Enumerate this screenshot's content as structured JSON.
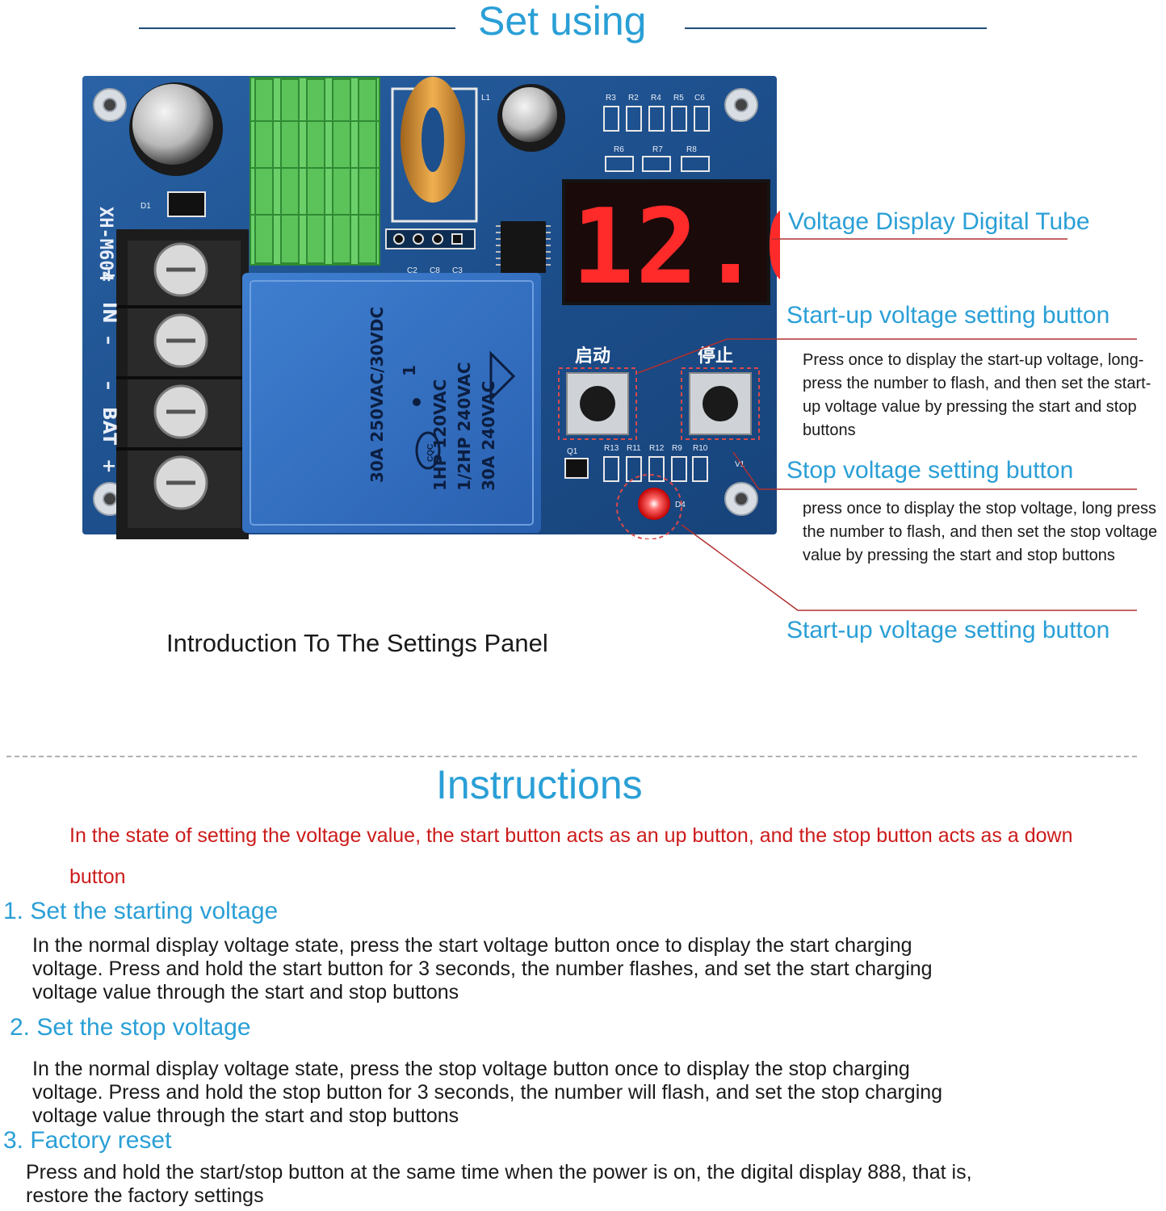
{
  "header": {
    "title": "Set using"
  },
  "board": {
    "model": "XH-M604",
    "display_value": "12.0",
    "start_button_label": "启动",
    "stop_button_label": "停止",
    "terminal_plus_in": "+",
    "terminal_in": "IN",
    "terminal_minus_in": "–",
    "terminal_minus_bat": "–",
    "terminal_bat": "BAT",
    "terminal_plus_bat": "+",
    "relay_text_1": "30A 250VAC/30VDC",
    "relay_text_2": "1HP 120VAC",
    "relay_text_3": "1/2HP 240VAC",
    "relay_text_4": "30A 240VAC",
    "relay_cqc": "CQC",
    "relay_num": "1",
    "labels_top": [
      "R3",
      "R2",
      "R4",
      "R5",
      "C6"
    ],
    "labels_mid": [
      "R6",
      "R7",
      "R8"
    ],
    "labels_bot": [
      "R13",
      "R11",
      "R12",
      "R9",
      "R10"
    ],
    "labels_caps": [
      "C2",
      "C8",
      "C3"
    ],
    "label_d1": "D1",
    "label_d4": "D4",
    "label_q1": "Q1",
    "label_l1": "L1",
    "label_v1": "V1"
  },
  "callouts": {
    "display": {
      "title": "Voltage Display Digital Tube"
    },
    "startup": {
      "title": "Start-up voltage setting button",
      "desc": "Press once to display the start-up voltage, long-press the number to flash, and then set the start-up voltage value by pressing the start and stop buttons"
    },
    "stop": {
      "title": "Stop voltage setting button",
      "desc": "press once to display the stop voltage, long press the number to flash, and then set the stop voltage value by pressing the start and stop buttons"
    },
    "led": {
      "title": "Start-up voltage setting button"
    }
  },
  "panel_caption": "Introduction To The Settings Panel",
  "instructions": {
    "title": "Instructions",
    "note": "In the state of setting the voltage value, the start button acts as an up button, and the stop button acts as a down button",
    "steps": [
      {
        "title": "1. Set the starting voltage",
        "body": "In the normal display voltage state, press the start voltage button once to display the start charging voltage. Press and hold the start button for 3 seconds, the number flashes, and set the start charging voltage value through the start and stop buttons"
      },
      {
        "title": "2. Set the stop voltage",
        "body": "In the normal display voltage state, press the stop voltage button once to display the stop charging voltage. Press and hold the stop button for 3 seconds, the number will flash, and set the stop charging voltage value through the start and stop buttons"
      },
      {
        "title": "3. Factory reset",
        "body": "Press and hold the start/stop button at the same time when the power is on, the digital display 888, that is, restore the factory settings"
      }
    ]
  },
  "colors": {
    "accent_blue": "#2a9fd6",
    "note_red": "#cc1b1b",
    "pcb_blue": "#1d4f8c",
    "led_red": "#ff2a2a"
  }
}
